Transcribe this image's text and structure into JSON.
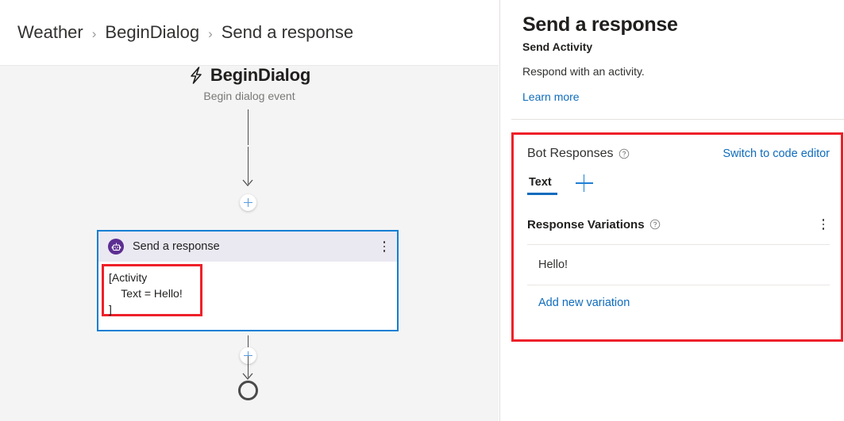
{
  "breadcrumb": {
    "items": [
      {
        "label": "Weather"
      },
      {
        "label": "BeginDialog"
      },
      {
        "label": "Send a response"
      }
    ],
    "separator": "›"
  },
  "canvas": {
    "trigger": {
      "icon": "lightning-bolt-icon",
      "name": "BeginDialog",
      "subtitle": "Begin dialog event"
    },
    "action_card": {
      "icon": "bot-icon",
      "title": "Send a response",
      "menu_icon": "more-vertical-icon",
      "code_lines": [
        "[Activity",
        "    Text = Hello!",
        "]"
      ],
      "border_color": "#0d7fd4",
      "header_color": "#eae9f2",
      "badge_color": "#5c2e91",
      "highlight_color": "#ee2029"
    },
    "add_button_label": "+",
    "end_node": "end-of-dialog-node"
  },
  "panel": {
    "title": "Send a response",
    "subtitle": "Send Activity",
    "description": "Respond with an activity.",
    "learn_more": "Learn more",
    "bot_responses": {
      "label": "Bot Responses",
      "help_icon": "help-circle-icon",
      "switch_link": "Switch to code editor",
      "tabs": [
        {
          "label": "Text",
          "selected": true
        }
      ],
      "add_tab_icon": "plus-icon",
      "variations": {
        "label": "Response Variations",
        "help_icon": "help-circle-icon",
        "menu_icon": "more-vertical-icon",
        "items": [
          "Hello!"
        ],
        "add_link": "Add new variation"
      },
      "highlight_color": "#ee2029",
      "accent_color": "#0f6cbd"
    }
  }
}
